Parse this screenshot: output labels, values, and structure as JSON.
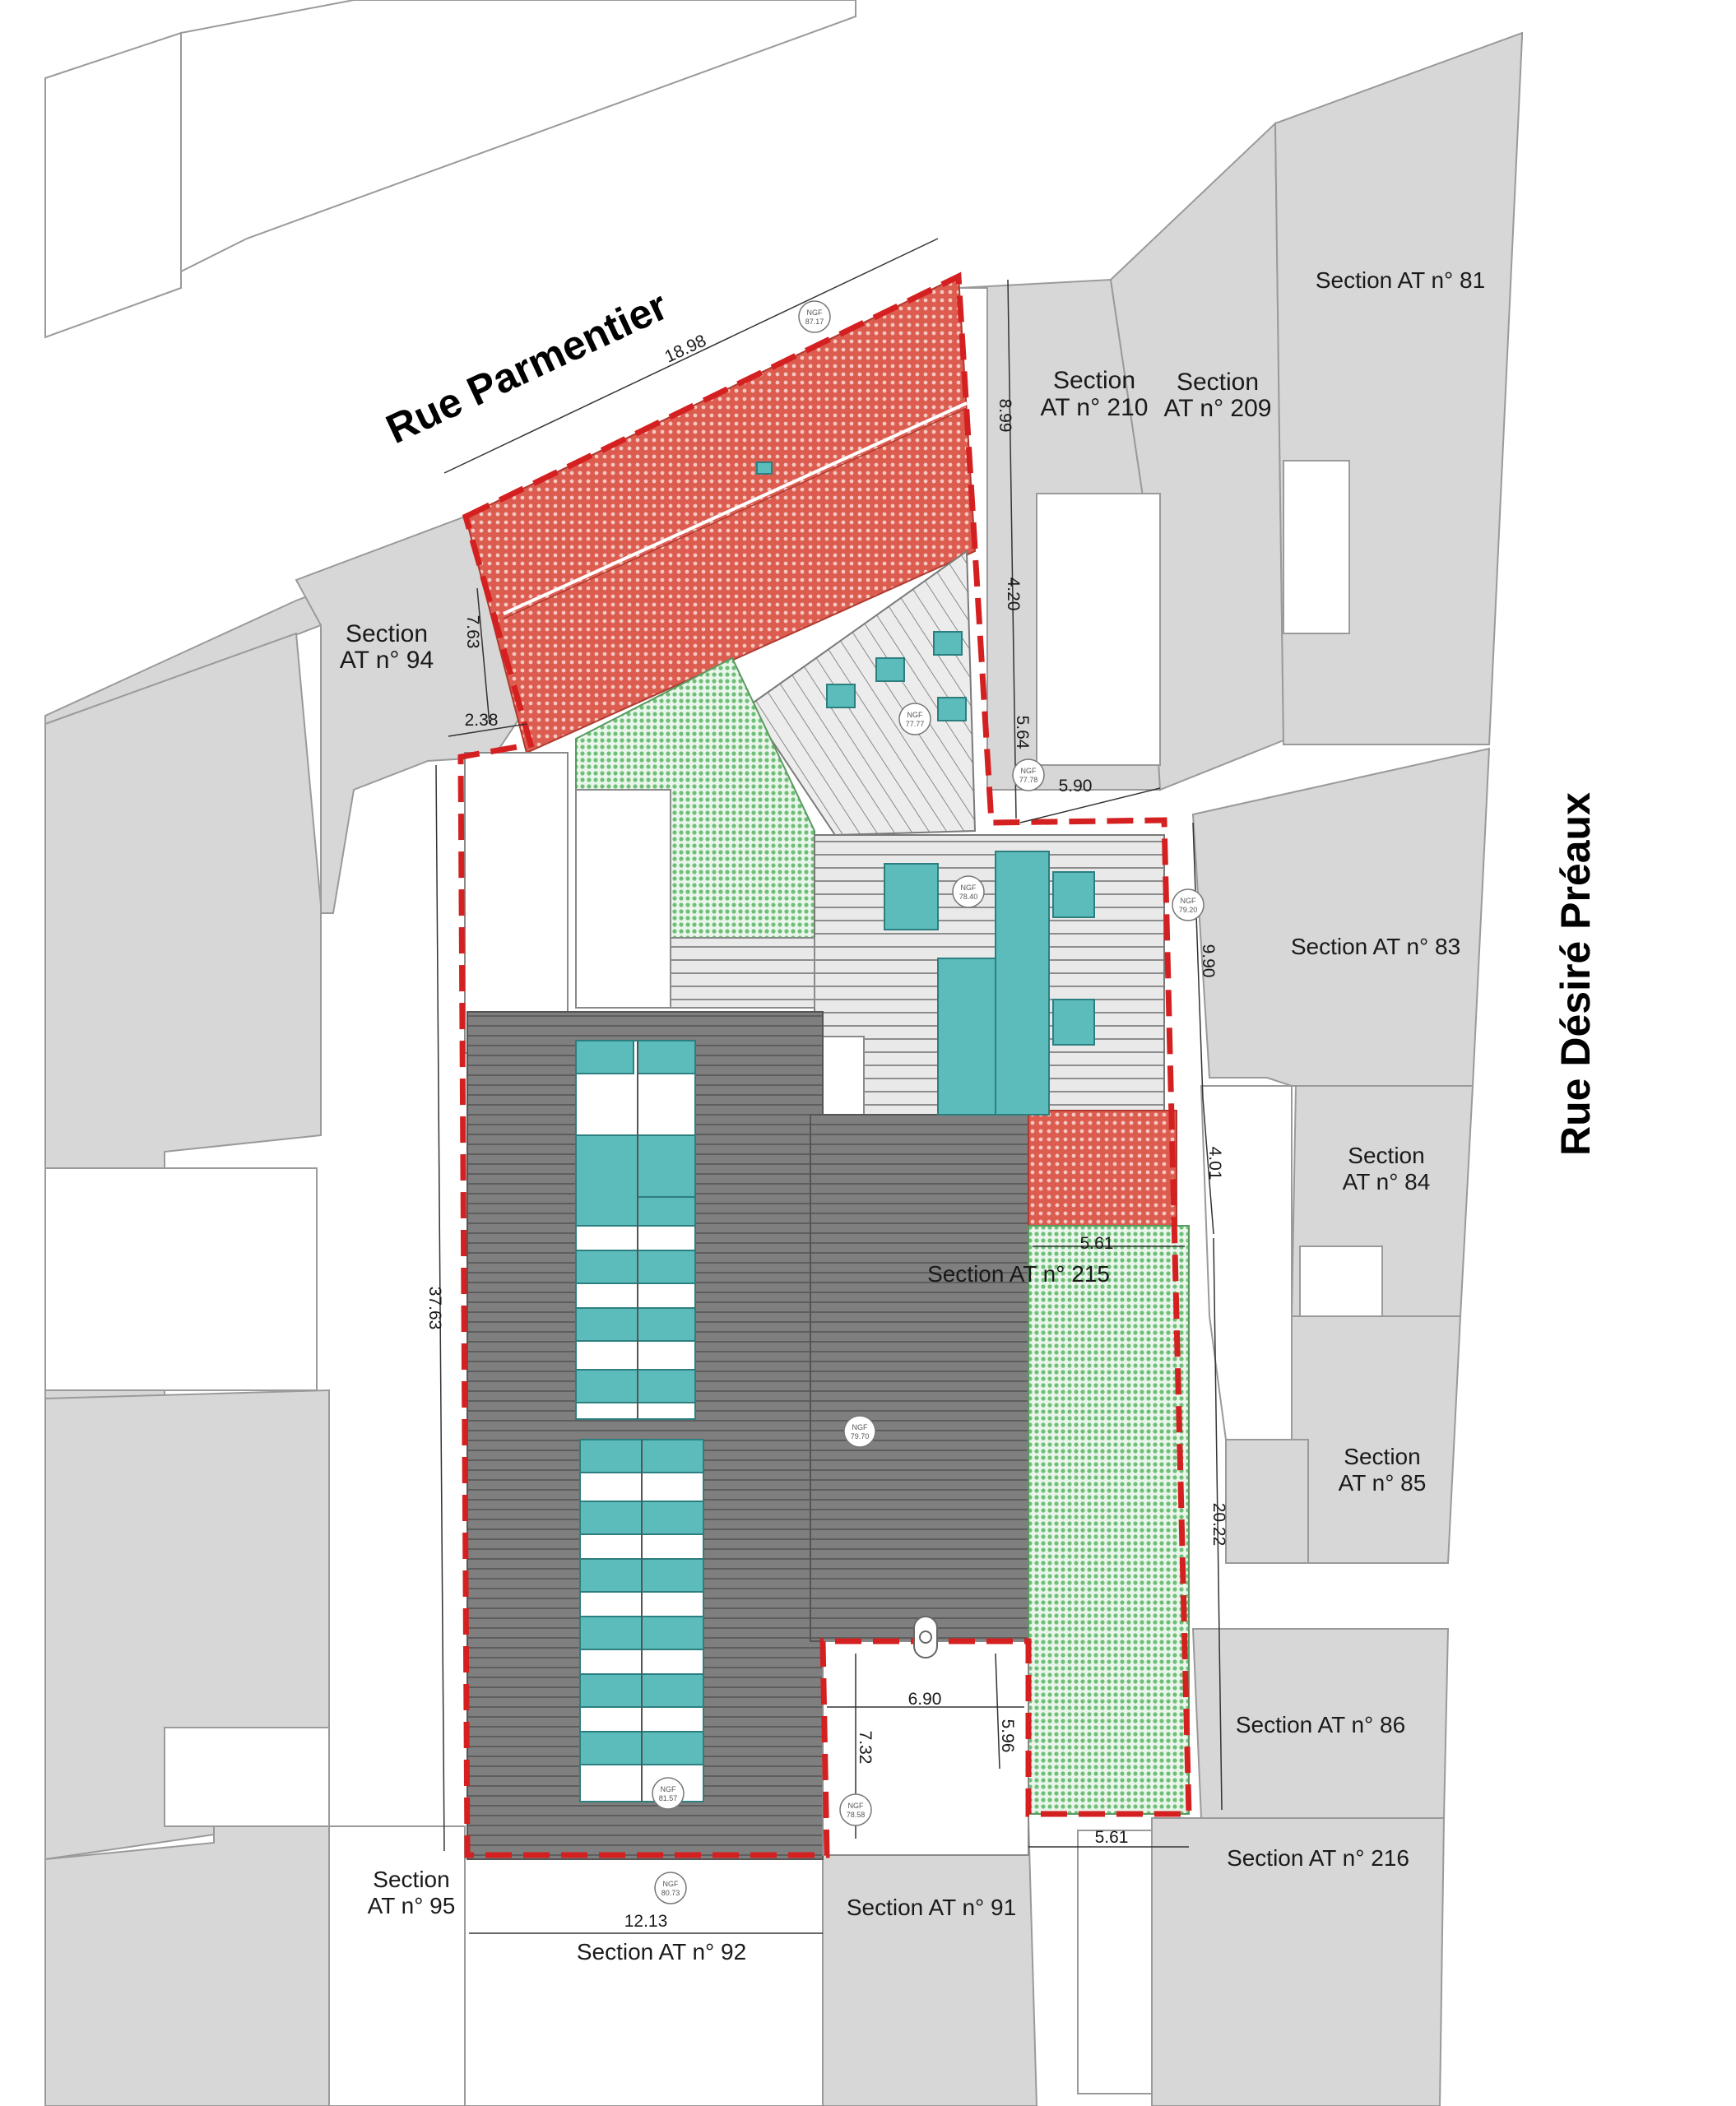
{
  "streets": {
    "parmentier": "Rue Parmentier",
    "preaux": "Rue Désiré Préaux"
  },
  "parcels": {
    "s81": "Section AT n° 81",
    "s210_a": "Section",
    "s210_b": "AT n° 210",
    "s209_a": "Section",
    "s209_b": "AT n° 209",
    "s94_a": "Section",
    "s94_b": "AT n° 94",
    "s83": "Section AT n° 83",
    "s84_a": "Section",
    "s84_b": "AT n° 84",
    "s215": "Section AT n° 215",
    "s85_a": "Section",
    "s85_b": "AT n° 85",
    "s86": "Section AT n° 86",
    "s216": "Section AT n° 216",
    "s95_a": "Section",
    "s95_b": "AT n° 95",
    "s91": "Section AT n° 91",
    "s92": "Section AT n° 92"
  },
  "dimensions": {
    "d1898": "18.98",
    "d899": "8.99",
    "d420": "4.20",
    "d763": "7.63",
    "d238": "2.38",
    "d564": "5.64",
    "d590": "5.90",
    "d990": "9.90",
    "d401": "4.01",
    "d561_top": "5.61",
    "d3763": "37.63",
    "d2022": "20.22",
    "d690": "6.90",
    "d732": "7.32",
    "d596": "5.96",
    "d561_bottom": "5.61",
    "d1213": "12.13"
  },
  "ngf_markers": {
    "label": "NGF",
    "m1": "87.17",
    "m2": "77.77",
    "m3": "77.78",
    "m4": "78.40",
    "m5": "79.20",
    "m6": "79.70",
    "m7": "81.57",
    "m8": "78.58",
    "m9": "80.73"
  },
  "colors": {
    "neighbor_fill": "#d7d7d7",
    "parcel_outline": "#d42020",
    "tile_roof": "#d9574b",
    "garden": "#a8d8ad",
    "zinc_roof": "#7a7a7a",
    "light_roof": "#e6e6e6",
    "skylight": "#5cbcbc"
  }
}
